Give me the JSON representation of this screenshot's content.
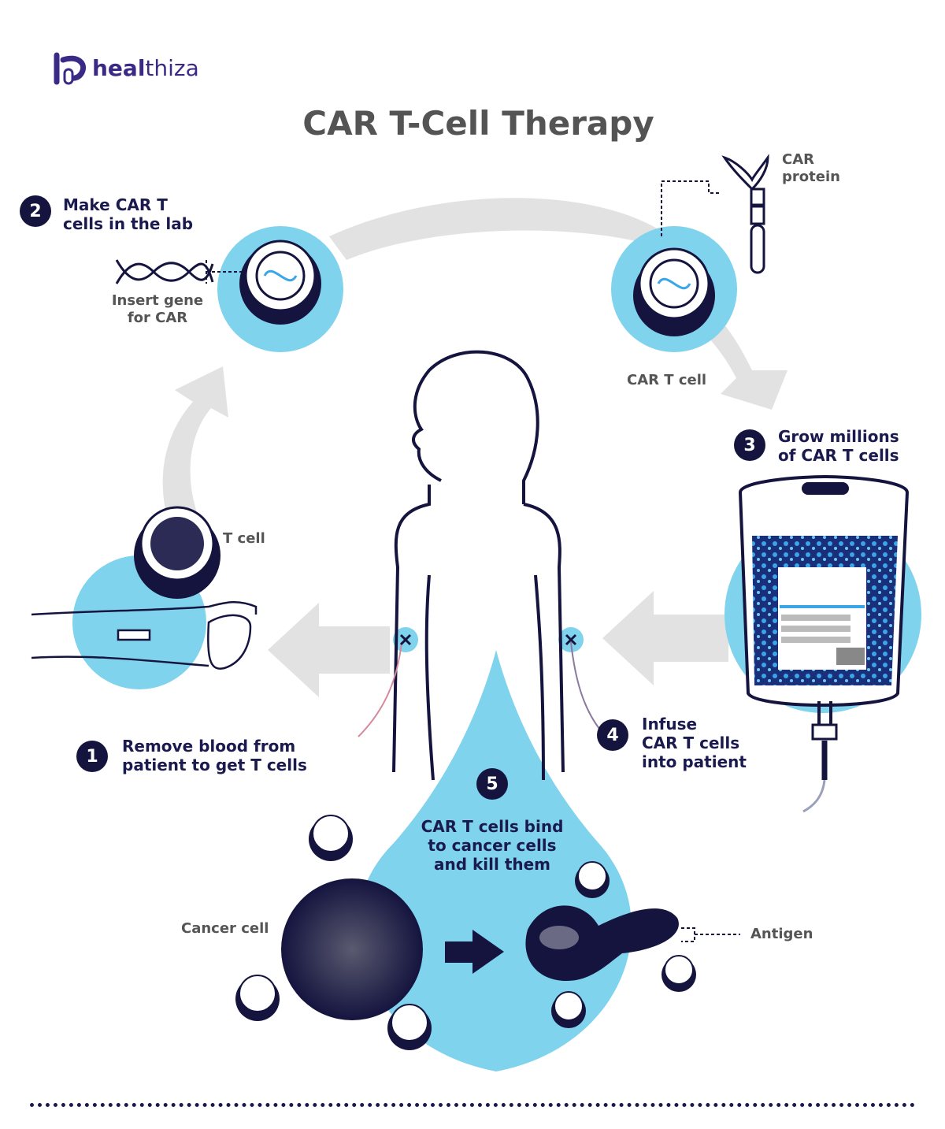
{
  "brand": {
    "name_bold": "heal",
    "name_light": "thiza",
    "logo_icon": "healthiza-logo-icon"
  },
  "title": "CAR T-Cell Therapy",
  "steps": [
    {
      "number": "1",
      "text_line1": "Remove blood from",
      "text_line2": "patient to get T cells"
    },
    {
      "number": "2",
      "text_line1": "Make CAR T",
      "text_line2": "cells in the lab"
    },
    {
      "number": "3",
      "text_line1": "Grow millions",
      "text_line2": "of CAR T cells"
    },
    {
      "number": "4",
      "text_line1": "Infuse",
      "text_line2": "CAR T cells",
      "text_line3": "into patient"
    },
    {
      "number": "5",
      "text_line1": "CAR T cells bind",
      "text_line2": "to cancer cells",
      "text_line3": "and kill them"
    }
  ],
  "labels": {
    "insert_gene_line1": "Insert gene",
    "insert_gene_line2": "for CAR",
    "car_protein_line1": "CAR",
    "car_protein_line2": "protein",
    "car_t_cell": "CAR T cell",
    "t_cell": "T cell",
    "cancer_cell": "Cancer cell",
    "antigen": "Antigen"
  },
  "colors": {
    "navy": "#14143f",
    "light_blue": "#7fd3ec",
    "arrow_gray": "#e2e2e2",
    "title_gray": "#545454",
    "brand_purple": "#3b2a85"
  }
}
